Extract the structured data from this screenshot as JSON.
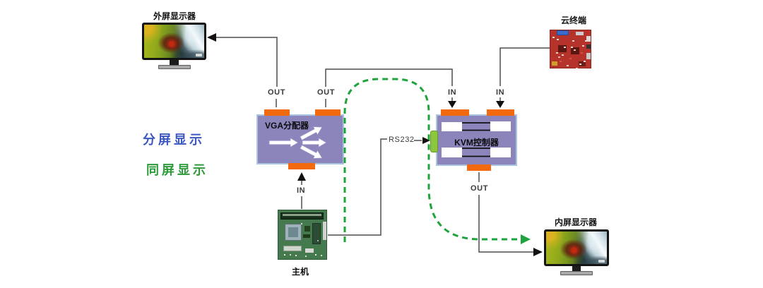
{
  "diagram": {
    "nodes": {
      "external_monitor": {
        "label": "外屏显示器"
      },
      "cloud_terminal": {
        "label": "云终端"
      },
      "vga_splitter": {
        "label": "VGA分配器",
        "port_top_left": "OUT",
        "port_top_right": "OUT",
        "port_bottom": "IN"
      },
      "kvm_controller": {
        "label": "KVM控制器",
        "port_top_left": "IN",
        "port_top_right": "IN",
        "port_bottom": "OUT"
      },
      "host": {
        "label": "主机"
      },
      "internal_monitor": {
        "label": "内屏显示器"
      }
    },
    "annotations": {
      "split_screen": {
        "text": "分屏显示",
        "color": "#3a57c0"
      },
      "same_screen": {
        "text": "同屏显示",
        "color": "#2e9b3a"
      },
      "rs232": {
        "text": "RS232"
      }
    },
    "colors": {
      "device_box_fill": "#8b85bc",
      "device_box_border": "#a9c3e0",
      "port_tab_orange": "#f26a0d",
      "rs232_port_green": "#8dc63f",
      "dashed_path_green": "#1fa33c",
      "solid_line_gray": "#4d4d4d"
    }
  }
}
